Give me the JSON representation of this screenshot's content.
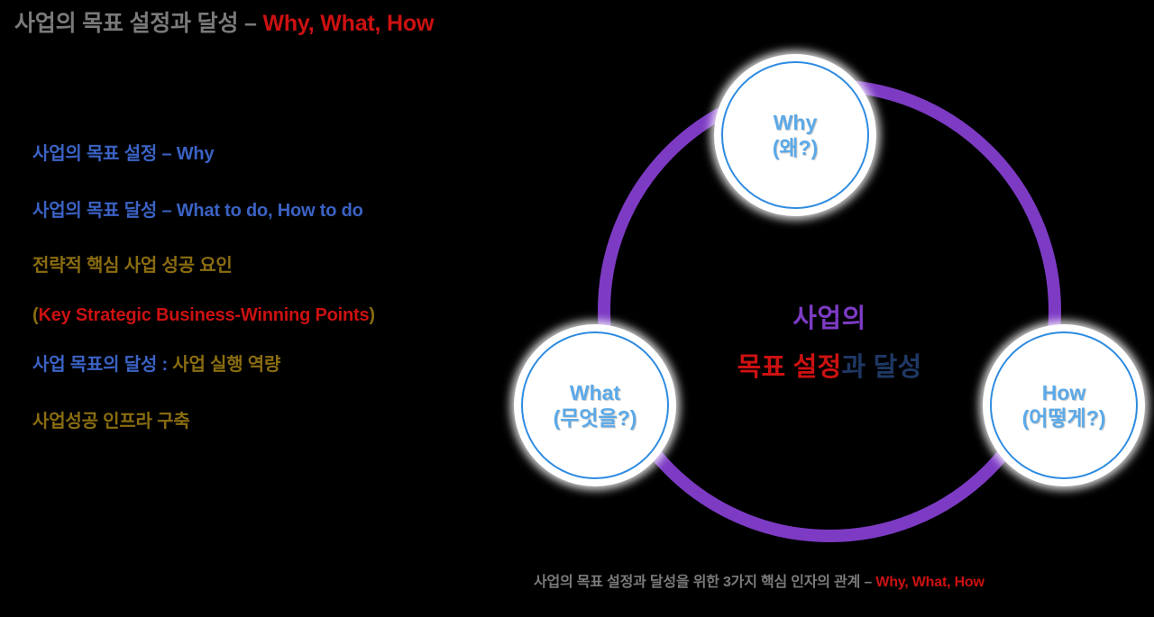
{
  "title": {
    "korean": "사업의 목표 설정과 달성 – ",
    "english": "Why, What, How"
  },
  "bullets": [
    {
      "text": "사업의 목표 설정 – Why",
      "color": "#3B62C4"
    },
    {
      "text": "사업의 목표 달성 – What to do, How to do",
      "color": "#3B62C4"
    },
    {
      "text": "전략적 핵심 사업 성공 요인",
      "color": "#8A6D10"
    },
    {
      "open_paren": "(",
      "text": "Key Strategic Business-Winning Points",
      "close_paren": ")",
      "color": "#CC1111"
    },
    {
      "text_blue": "사업 목표의 달성 : ",
      "text_olive": "사업  실행 역량",
      "color": "#3B62C4"
    },
    {
      "text": "사업성공 인프라 구축",
      "color": "#8A6D10"
    }
  ],
  "diagram": {
    "ring_color": "#7D3BC4",
    "ring_thickness": 14,
    "node_border_color": "#2E8BE0",
    "node_text_color": "#5BA9E8",
    "nodes": [
      {
        "id": "why",
        "label_en": "Why",
        "label_ko": "(왜?)"
      },
      {
        "id": "what",
        "label_en": "What",
        "label_ko": "(무엇을?)"
      },
      {
        "id": "how",
        "label_en": "How",
        "label_ko": "(어떻게?)"
      }
    ],
    "center": {
      "line1": "사업의",
      "line2_red": "목표 설정",
      "line2_navy": "과 달성",
      "line1_color": "#7D3BC4",
      "line2_red_color": "#CC1111",
      "line2_navy_color": "#1F3864"
    }
  },
  "caption": {
    "korean": "사업의 목표 설정과 달성을 위한 3가지 핵심 인자의 관계 – ",
    "english": "Why, What, How"
  }
}
